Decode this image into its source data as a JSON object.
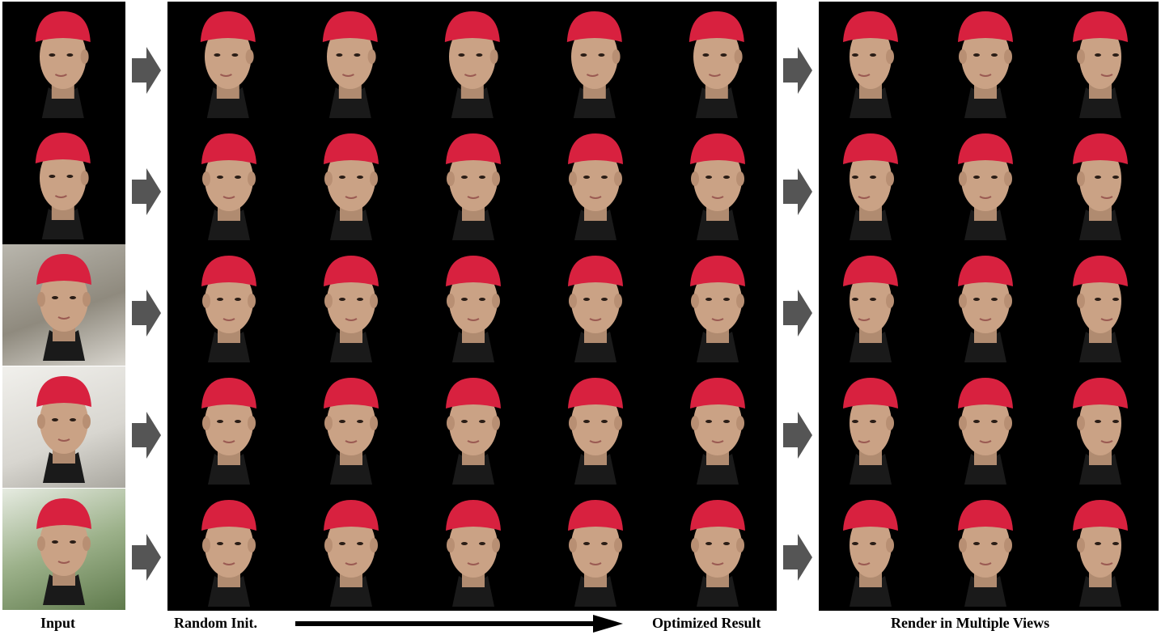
{
  "captions": {
    "input": "Input",
    "random_init": "Random Init.",
    "optimized_result": "Optimized Result",
    "render_views": "Render in Multiple Views"
  },
  "colors": {
    "cap_red": "#d8213f",
    "skin": "#caa285",
    "panel_bg": "#000000",
    "arrow_gray": "#555555"
  },
  "rows": [
    {
      "input_kind": "render"
    },
    {
      "input_kind": "render"
    },
    {
      "input_kind": "photo"
    },
    {
      "input_kind": "photo"
    },
    {
      "input_kind": "photo"
    }
  ],
  "icons": {
    "row_arrow": "right-chevron-arrow-icon",
    "progress_arrow": "long-right-arrow-icon"
  }
}
